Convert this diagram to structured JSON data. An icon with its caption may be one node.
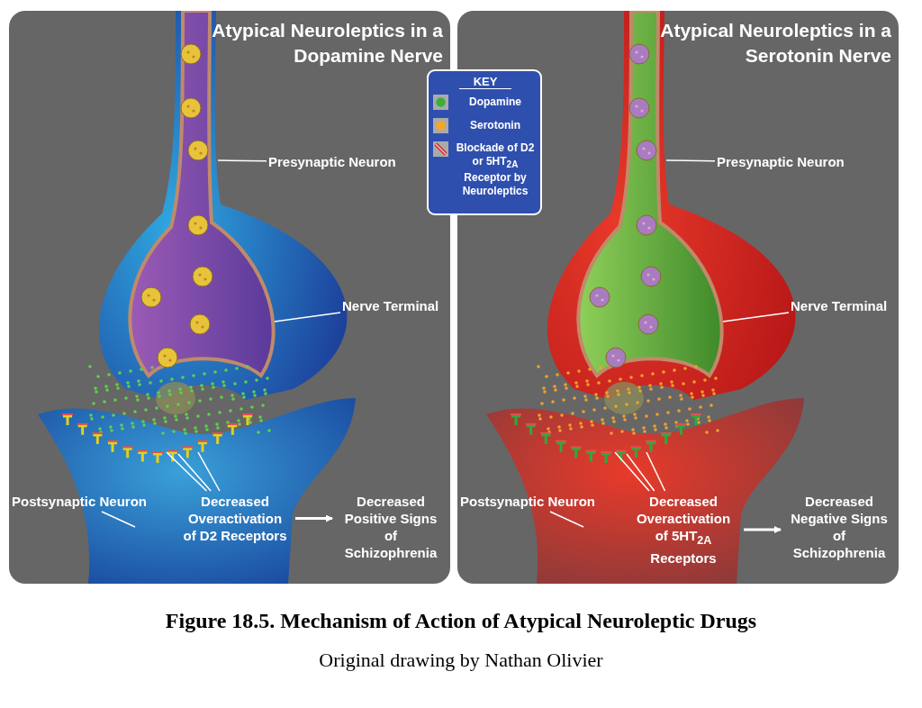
{
  "diagram": {
    "caption": "Figure 18.5. Mechanism of Action of Atypical Neuroleptic Drugs",
    "nodes": [
      {
        "text": [
          "Atypical Neuroleptics in a Dopamine Nerve"
        ]
      },
      {
        "text": [
          "Presynaptic Neuron"
        ],
        "in": 0
      },
      {
        "text": [
          "Nerve Terminal"
        ],
        "in": 0
      },
      {
        "text": [
          "Postsynaptic Neuron"
        ],
        "in": 0
      },
      {
        "text": [
          "Decreased Overactivation of D2 Receptors"
        ],
        "in": 0
      },
      {
        "text": [
          "Decreased Positive Signs of Schizophrenia"
        ],
        "in": 0
      },
      {
        "text": [
          "Atypical Neuroleptics in a Serotonin Nerve"
        ]
      },
      {
        "text": [
          "Presynaptic Neuron"
        ],
        "in": 6
      },
      {
        "text": [
          "Nerve Terminal"
        ],
        "in": 6
      },
      {
        "text": [
          "Postsynaptic Neuron"
        ],
        "in": 6
      },
      {
        "text": [
          "Decreased Overactivation of 5HT$_{2A}$ Receptors"
        ],
        "in": 6
      },
      {
        "text": [
          "Decreased Negative Signs of Schizophrenia"
        ],
        "in": 6
      }
    ],
    "edges": [
      {
        "from": 1,
        "to": null,
        "arrow": "none"
      },
      {
        "from": 2,
        "to": null,
        "arrow": "none"
      },
      {
        "from": 3,
        "to": null,
        "arrow": "none"
      },
      {
        "from": 4,
        "to": null,
        "arrow": "none"
      },
      {
        "from": 4,
        "to": null,
        "arrow": "none"
      },
      {
        "from": 4,
        "to": null,
        "arrow": "none"
      },
      {
        "from": 4,
        "to": 5,
        "arrow": "to"
      },
      {
        "from": 7,
        "to": null,
        "arrow": "none"
      },
      {
        "from": 8,
        "to": null,
        "arrow": "none"
      },
      {
        "from": 9,
        "to": null,
        "arrow": "none"
      },
      {
        "from": 10,
        "to": null,
        "arrow": "none"
      },
      {
        "from": 10,
        "to": null,
        "arrow": "none"
      },
      {
        "from": 10,
        "to": null,
        "arrow": "none"
      },
      {
        "from": 10,
        "to": 11,
        "arrow": "to"
      }
    ],
    "labels": [
      "KEY",
      "Original drawing by Nathan Olivier"
    ],
    "legend": [
      {
        "text": "Dopamine",
        "color": "#3cae3c"
      },
      {
        "text": "Serotonin",
        "color": "#f5a623"
      },
      {
        "text": "Blockade of D2 or 5HT$_{2A}$ Receptor by Neuroleptics"
      }
    ]
  }
}
